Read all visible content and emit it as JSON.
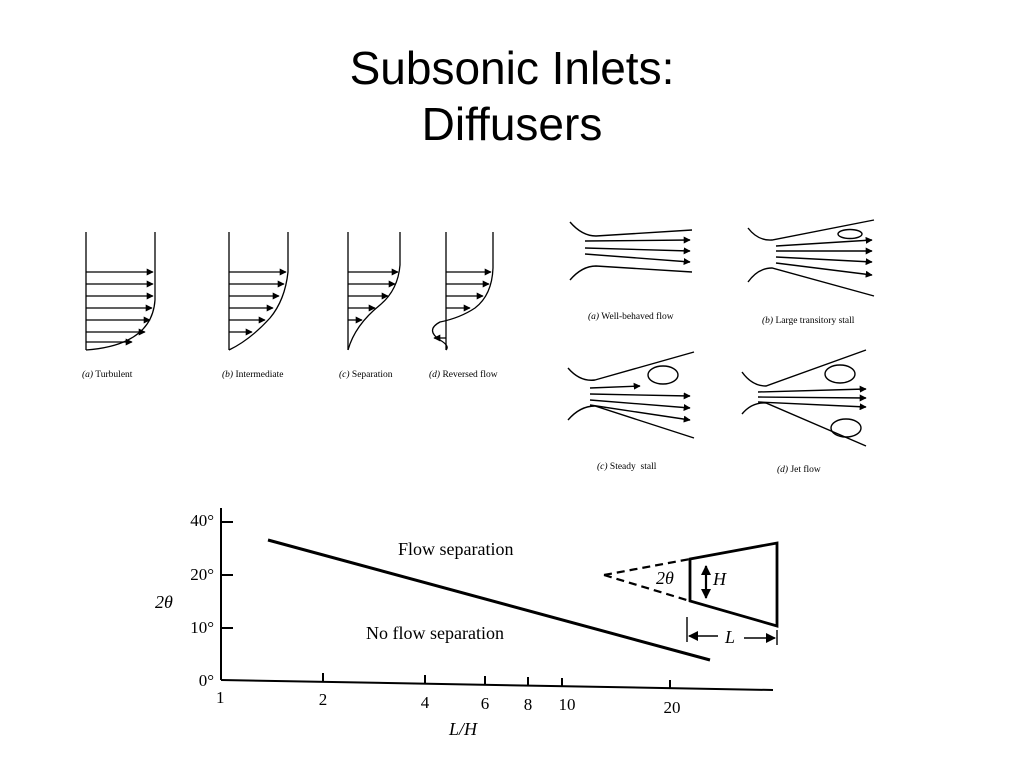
{
  "slide": {
    "title_line1": "Subsonic Inlets:",
    "title_line2": "Diffusers"
  },
  "velocity_profiles": [
    {
      "tag": "(a)",
      "label": "Turbulent"
    },
    {
      "tag": "(b)",
      "label": "Intermediate"
    },
    {
      "tag": "(c)",
      "label": "Separation"
    },
    {
      "tag": "(d)",
      "label": "Reversed flow"
    }
  ],
  "flow_regimes": [
    {
      "tag": "(a)",
      "label": "Well-behaved flow"
    },
    {
      "tag": "(b)",
      "label": "Large transitory stall"
    },
    {
      "tag": "(c)",
      "label": "Steady  stall"
    },
    {
      "tag": "(d)",
      "label": "Jet flow"
    }
  ],
  "stall_chart": {
    "ylabel": "2θ",
    "xlabel": "L/H",
    "y_ticks": [
      "0°",
      "10°",
      "20°",
      "40°"
    ],
    "x_ticks": [
      "1",
      "2",
      "4",
      "6",
      "8",
      "10",
      "20"
    ],
    "region_above": "Flow separation",
    "region_below": "No flow separation",
    "inset_angle": "2θ",
    "inset_height": "H",
    "inset_length": "L"
  }
}
